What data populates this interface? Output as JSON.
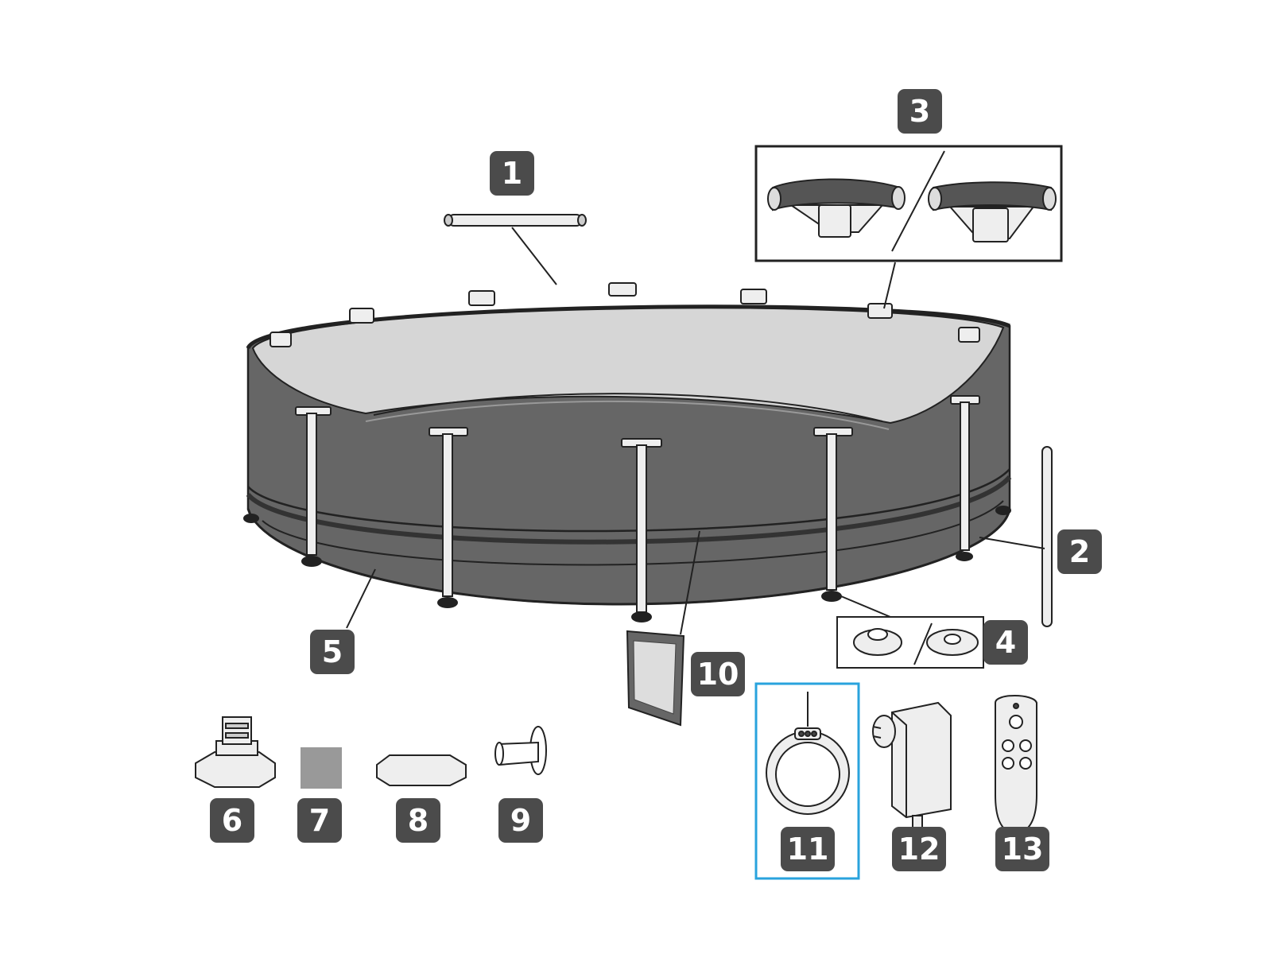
{
  "colors": {
    "label_bg": "#4b4b4b",
    "label_text": "#ffffff",
    "pool_wall": "#666666",
    "pool_interior": "#d6d6d6",
    "highlight": "#29a3dd"
  },
  "selected_part": "11",
  "parts": [
    {
      "number": "1",
      "item": "top-rail"
    },
    {
      "number": "2",
      "item": "leg"
    },
    {
      "number": "3",
      "item": "t-joint"
    },
    {
      "number": "4",
      "item": "leg-cap"
    },
    {
      "number": "5",
      "item": "pool-liner"
    },
    {
      "number": "6",
      "item": "drain-valve-adapter"
    },
    {
      "number": "7",
      "item": "patch"
    },
    {
      "number": "8",
      "item": "drain-cap"
    },
    {
      "number": "9",
      "item": "strainer-plug"
    },
    {
      "number": "10",
      "item": "filter-screen"
    },
    {
      "number": "11",
      "item": "led-light"
    },
    {
      "number": "12",
      "item": "power-adapter"
    },
    {
      "number": "13",
      "item": "remote-control"
    }
  ]
}
